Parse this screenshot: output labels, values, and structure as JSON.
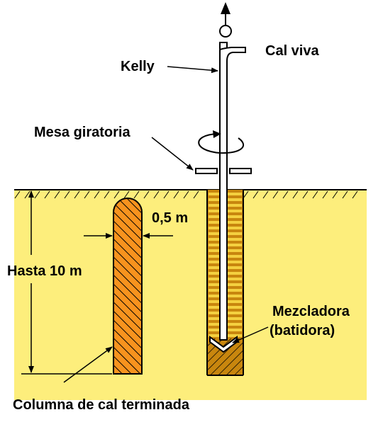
{
  "labels": {
    "cal_viva": "Cal viva",
    "kelly": "Kelly",
    "mesa_giratoria": "Mesa giratoria",
    "spacing": "0,5 m",
    "depth": "Hasta 10 m",
    "mezcladora_1": "Mezcladora",
    "mezcladora_2": "(batidora)",
    "columna": "Columna de cal terminada"
  },
  "colors": {
    "soil": "#FDEE7C",
    "column_fill": "#F7931E",
    "hole_fill": "#C8860E",
    "stripe": "#F4D03F",
    "line": "#000000"
  }
}
